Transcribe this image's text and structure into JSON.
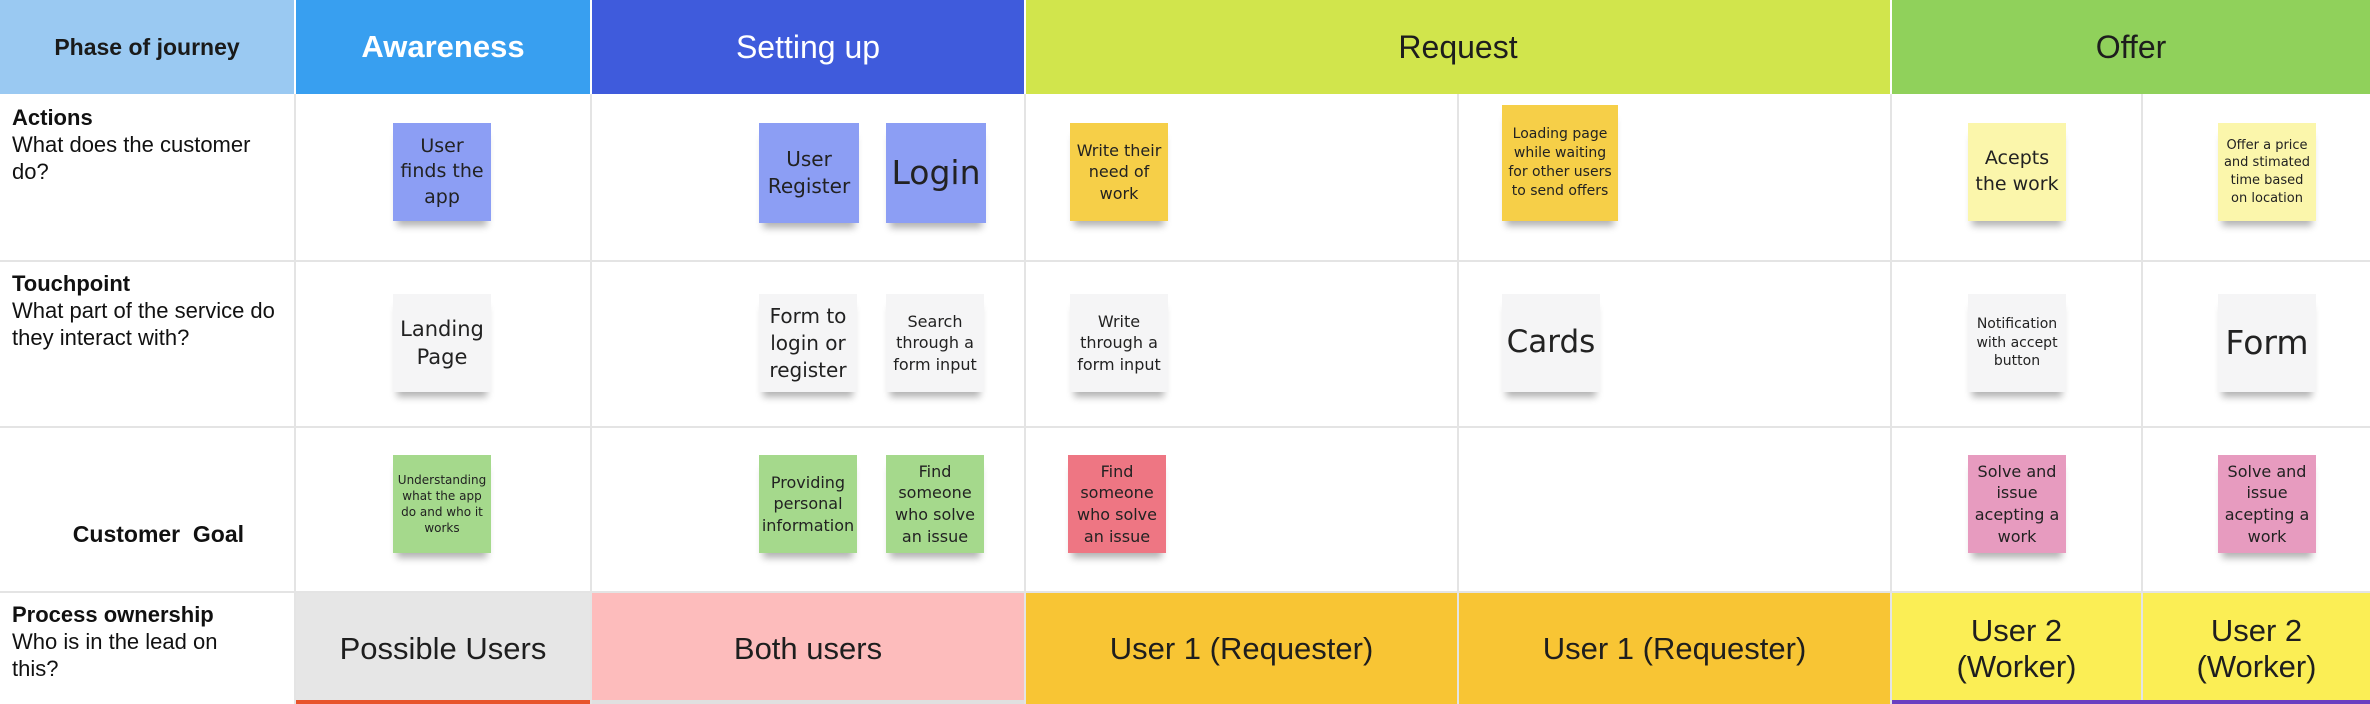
{
  "header": {
    "phase_label": "Phase of journey",
    "awareness": "Awareness",
    "setting_up": "Setting up",
    "request": "Request",
    "offer": "Offer"
  },
  "rows": {
    "actions_title": "Actions",
    "actions_desc": "What does the customer do?",
    "touchpoint_title": "Touchpoint",
    "touchpoint_desc": "What part of the service do they interact with?",
    "goal_title": "Customer  Goal",
    "ownership_title": "Process ownership",
    "ownership_desc": "Who is in the lead on this?"
  },
  "notes": {
    "user_finds_app": "User finds the app",
    "user_register": "User Register",
    "login": "Login",
    "write_need": "Write their need of work",
    "loading_page": "Loading page while waiting for other users to send offers",
    "accepts_work": "Acepts the work",
    "offer_price": "Offer a price and stimated time based on location",
    "landing_page": "Landing Page",
    "form_login": "Form to login or register",
    "search_form": "Search through a form input",
    "write_form": "Write through a form input",
    "cards": "Cards",
    "notification": "Notification with accept button",
    "form": "Form",
    "understanding": "Understanding what the app do and who it works",
    "providing_info": "Providing personal information",
    "find_someone_green": "Find someone who solve an issue",
    "find_someone_red": "Find someone who solve an issue",
    "solve_issue_1": "Solve and issue acepting a work",
    "solve_issue_2": "Solve and issue acepting a work"
  },
  "ownership": {
    "possible_users": "Possible Users",
    "both_users": "Both users",
    "user1_a": "User 1 (Requester)",
    "user1_b": "User 1 (Requester)",
    "user2_a": "User 2 (Worker)",
    "user2_b": "User 2 (Worker)"
  },
  "colors": {
    "phase_header": "#9ac9f2",
    "awareness": "#389ff0",
    "setting_up": "#3f5bdc",
    "request": "#d1e54c",
    "offer": "#90d15b",
    "possible_users": "#e6e6e6",
    "both_users": "#fdbcbc",
    "user1": "#f8c534",
    "user2": "#fbee55"
  }
}
